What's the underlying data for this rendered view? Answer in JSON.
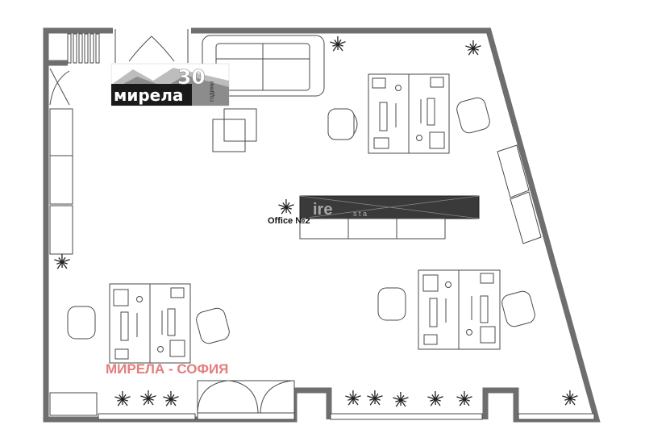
{
  "logo": {
    "brand": "мирела",
    "number": "30",
    "number_caption": "години"
  },
  "room_label": "Office №2",
  "watermark_text": "МИРЕЛА - СОФИЯ",
  "overlay_text": "ire",
  "overlay_subtext": "s t a",
  "colors": {
    "wall": "#6e6e6e",
    "watermark": "#d9534f",
    "dark_bar": "#3a3a3a"
  }
}
